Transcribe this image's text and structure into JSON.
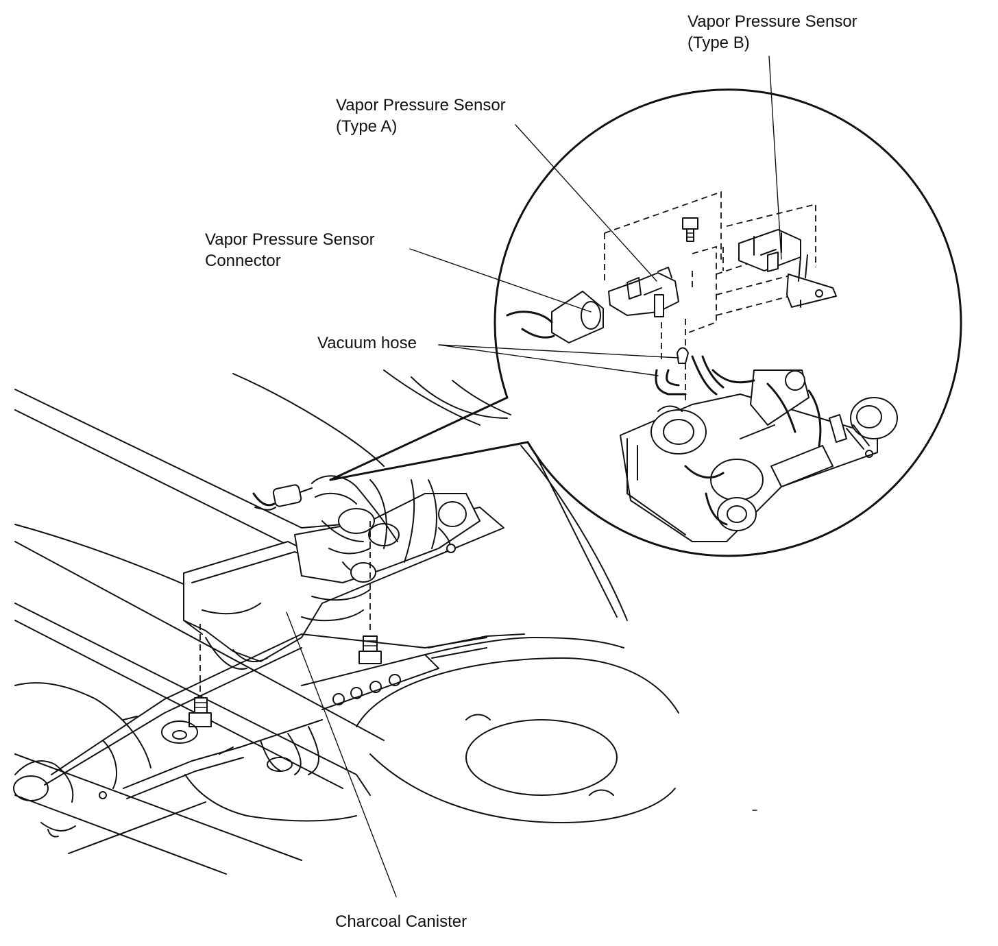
{
  "labels": {
    "sensor_type_b": [
      "Vapor Pressure Sensor",
      "(Type B)"
    ],
    "sensor_type_a": [
      "Vapor Pressure Sensor",
      "(Type A)"
    ],
    "sensor_connector": [
      "Vapor Pressure Sensor",
      "Connector"
    ],
    "vacuum_hose": "Vacuum hose",
    "charcoal_canister": "Charcoal Canister"
  }
}
